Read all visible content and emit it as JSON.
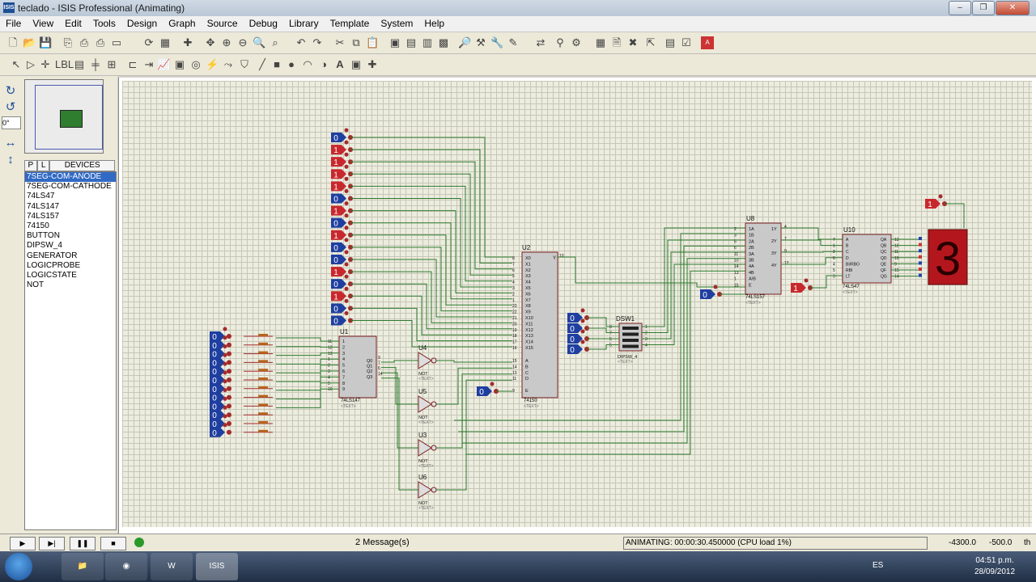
{
  "window": {
    "title": "teclado - ISIS Professional (Animating)",
    "app_icon": "ISIS"
  },
  "menu": [
    "File",
    "View",
    "Edit",
    "Tools",
    "Design",
    "Graph",
    "Source",
    "Debug",
    "Library",
    "Template",
    "System",
    "Help"
  ],
  "left_panel": {
    "angle": "0°",
    "device_tabs": [
      "P",
      "L",
      "DEVICES"
    ],
    "devices": [
      "7SEG-COM-ANODE",
      "7SEG-COM-CATHODE",
      "74LS47",
      "74LS147",
      "74LS157",
      "74150",
      "BUTTON",
      "DIPSW_4",
      "GENERATOR",
      "LOGICPROBE",
      "LOGICSTATE",
      "NOT"
    ],
    "selected_device": "7SEG-COM-ANODE"
  },
  "schematic": {
    "u2_states": [
      "0",
      "1",
      "1",
      "1",
      "1",
      "0",
      "1",
      "0",
      "1",
      "0",
      "0",
      "1",
      "0",
      "1",
      "0",
      "0"
    ],
    "u2_inputs": [
      "X0",
      "X1",
      "X2",
      "X3",
      "X4",
      "X5",
      "X6",
      "X7",
      "X8",
      "X9",
      "X10",
      "X11",
      "X12",
      "X13",
      "X14",
      "X15"
    ],
    "u2_pins": [
      "8",
      "7",
      "6",
      "5",
      "4",
      "3",
      "2",
      "1",
      "23",
      "22",
      "21",
      "20",
      "19",
      "18",
      "17",
      "16"
    ],
    "u2_select": [
      "A",
      "B",
      "C",
      "D"
    ],
    "u2_select_pins": [
      "15",
      "14",
      "13",
      "11"
    ],
    "u2_enable": "E",
    "u2_enable_pin": "9",
    "u2_output": "Y",
    "u2_output_pin": "10",
    "u2_name": "U2",
    "u2_part": "74150",
    "u2_text": "<TEXT>",
    "e_probe": "0",
    "keypad_states": [
      "0",
      "0",
      "0",
      "0",
      "0",
      "0",
      "0",
      "0",
      "0",
      "0",
      "0",
      "0"
    ],
    "u1_name": "U1",
    "u1_part": "74LS147",
    "u1_text": "<TEXT>",
    "u1_inputs": [
      "1",
      "2",
      "3",
      "4",
      "5",
      "6",
      "7",
      "8",
      "9"
    ],
    "u1_pins": [
      "11",
      "12",
      "13",
      "1",
      "2",
      "3",
      "4",
      "5",
      "10"
    ],
    "u1_outputs": [
      "Q0",
      "Q1",
      "Q2",
      "Q3"
    ],
    "u1_out_pins": [
      "9",
      "7",
      "6",
      "14"
    ],
    "not_gates": [
      {
        "name": "U4"
      },
      {
        "name": "U5"
      },
      {
        "name": "U3"
      },
      {
        "name": "U6"
      }
    ],
    "not_part": "NOT",
    "not_text": "<TEXT>",
    "dsw_states": [
      "0",
      "0",
      "0",
      "0"
    ],
    "dsw_name": "DSW1",
    "dsw_part": "DIPSW_4",
    "dsw_text": "<TEXT>",
    "dsw_left_pins": [
      "8",
      "7",
      "6",
      "5"
    ],
    "dsw_right_pins": [
      "1",
      "2",
      "3",
      "4"
    ],
    "u8_name": "U8",
    "u8_part": "74LS157",
    "u8_text": "<TEXT>",
    "u8_left_pins": [
      "2",
      "3",
      "5",
      "6",
      "11",
      "10",
      "14",
      "13",
      "1",
      "15"
    ],
    "u8_left_labels": [
      "1A",
      "1B",
      "2A",
      "2B",
      "3A",
      "3B",
      "4A",
      "4B",
      "A/B",
      "E"
    ],
    "u8_right_pins": [
      "4",
      "7",
      "9",
      "12"
    ],
    "u8_right_labels": [
      "1Y",
      "2Y",
      "3Y",
      "4Y"
    ],
    "u8_e_probe": "0",
    "u10_name": "U10",
    "u10_part": "74LS47",
    "u10_text": "<TEXT>",
    "u10_left_pins": [
      "7",
      "1",
      "2",
      "6",
      "4",
      "5",
      "3"
    ],
    "u10_left_labels": [
      "A",
      "B",
      "C",
      "D",
      "BI/RBO",
      "RBI",
      "LT"
    ],
    "u10_right_pins": [
      "13",
      "12",
      "11",
      "10",
      "9",
      "15",
      "14"
    ],
    "u10_right_labels": [
      "QA",
      "QB",
      "QC",
      "QD",
      "QE",
      "QF",
      "QG"
    ],
    "u10_probe": "1",
    "seg_probe": "1",
    "display_digit": "3"
  },
  "status": {
    "message": "2 Message(s)",
    "animating": "ANIMATING: 00:00:30.450000 (CPU load 1%)",
    "coord_x": "-4300.0",
    "coord_y": "-500.0",
    "unit": "th"
  },
  "taskbar": {
    "language": "ES",
    "time": "04:51 p.m.",
    "date": "28/09/2012"
  },
  "colors": {
    "logic_high": "#c8282d",
    "logic_low": "#1f3fa0",
    "wire": "#2c7a2c",
    "component": "#c9c9c9",
    "display": "#b3171d"
  }
}
